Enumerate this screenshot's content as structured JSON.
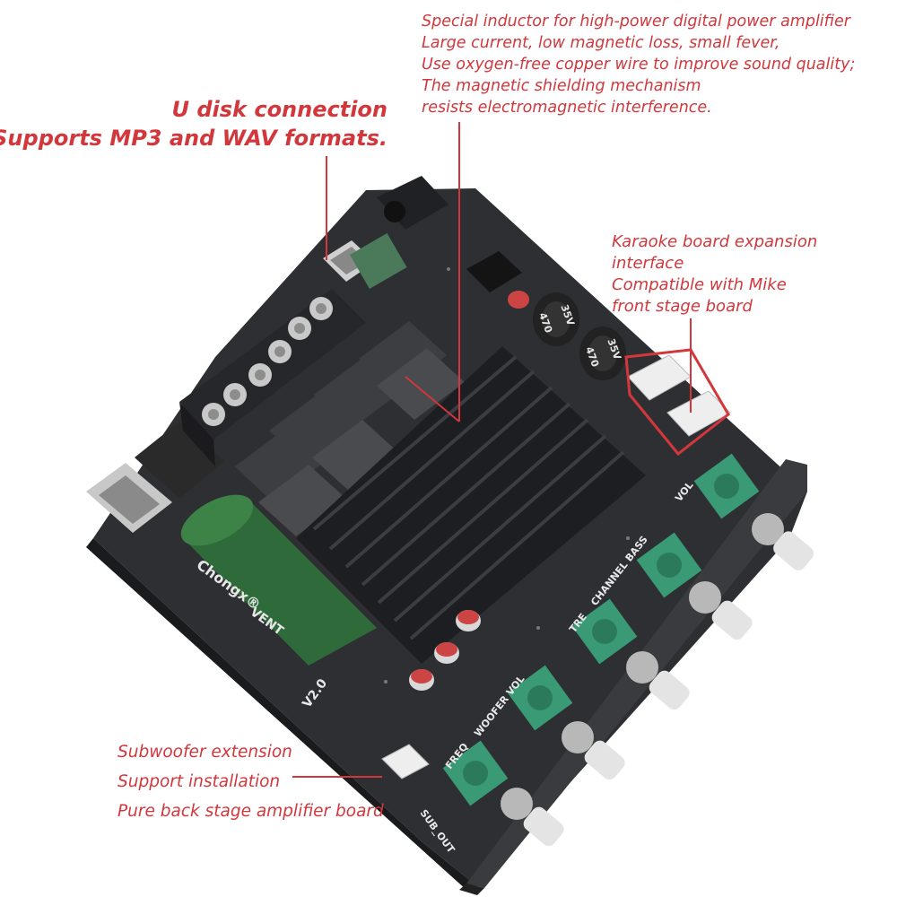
{
  "callouts": {
    "inductor": {
      "lines": [
        "Special inductor for high-power digital power amplifier",
        "Large current, low magnetic loss, small fever,",
        "Use oxygen-free copper wire to improve sound quality;",
        "The magnetic shielding mechanism",
        "resists electromagnetic interference."
      ]
    },
    "udisk": {
      "lines": [
        "U disk connection",
        "Supports MP3 and WAV formats."
      ]
    },
    "karaoke": {
      "lines": [
        "Karaoke board expansion",
        "interface",
        "Compatible with Mike",
        "front stage board"
      ]
    },
    "subwoofer": {
      "lines": [
        "Subwoofer extension",
        "Support installation",
        "Pure back stage amplifier board"
      ]
    }
  },
  "board": {
    "version": "V2.0",
    "knob_labels": {
      "freq": "FREQ",
      "woofer_vol": "WOOFER VOL",
      "treble": "TRE",
      "channel_bass": "CHANNEL BASS",
      "vol": "VOL",
      "sub_out": "SUB_OUT"
    },
    "capacitor": {
      "value": "470",
      "voltage": "35V"
    },
    "main_cap_brand": "Chongx®",
    "main_cap_vent": "VENT"
  },
  "colors": {
    "callout_text": "#d2373c",
    "leader_line": "#d2373c",
    "pcb": "#2e2f33",
    "heatsink": "#1d1e21",
    "terminal": "#26272a",
    "main_cap": "#2f6b3a",
    "pot": "#3a9a76"
  }
}
